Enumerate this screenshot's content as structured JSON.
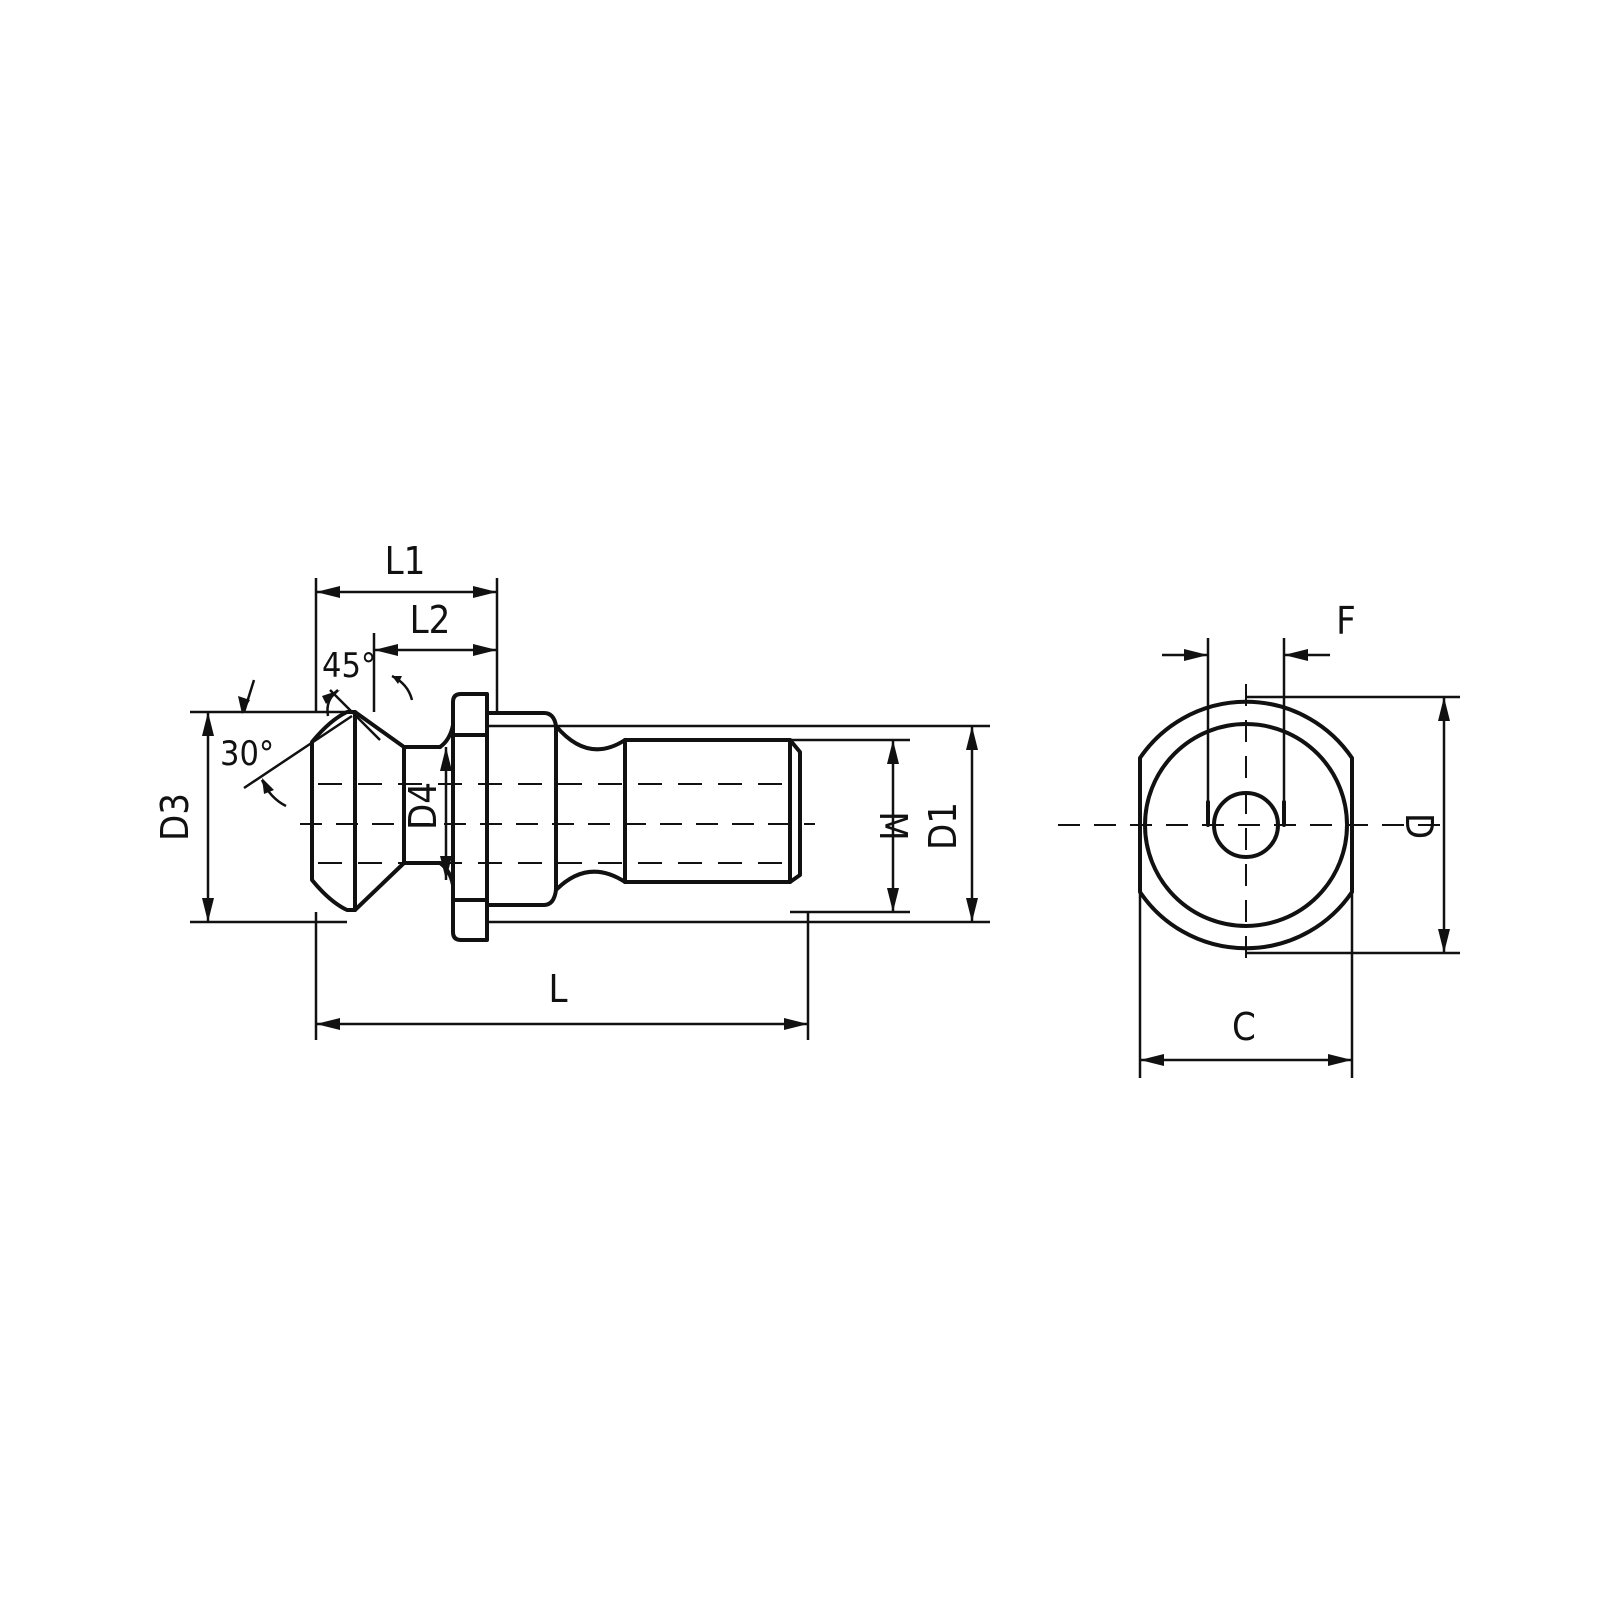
{
  "labels": {
    "l": "L",
    "l1": "L1",
    "l2": "L2",
    "d": "D",
    "d1": "D1",
    "d3": "D3",
    "d4": "D4",
    "m": "M",
    "c": "C",
    "f": "F",
    "angle_45": "45°",
    "angle_30": "30°"
  }
}
